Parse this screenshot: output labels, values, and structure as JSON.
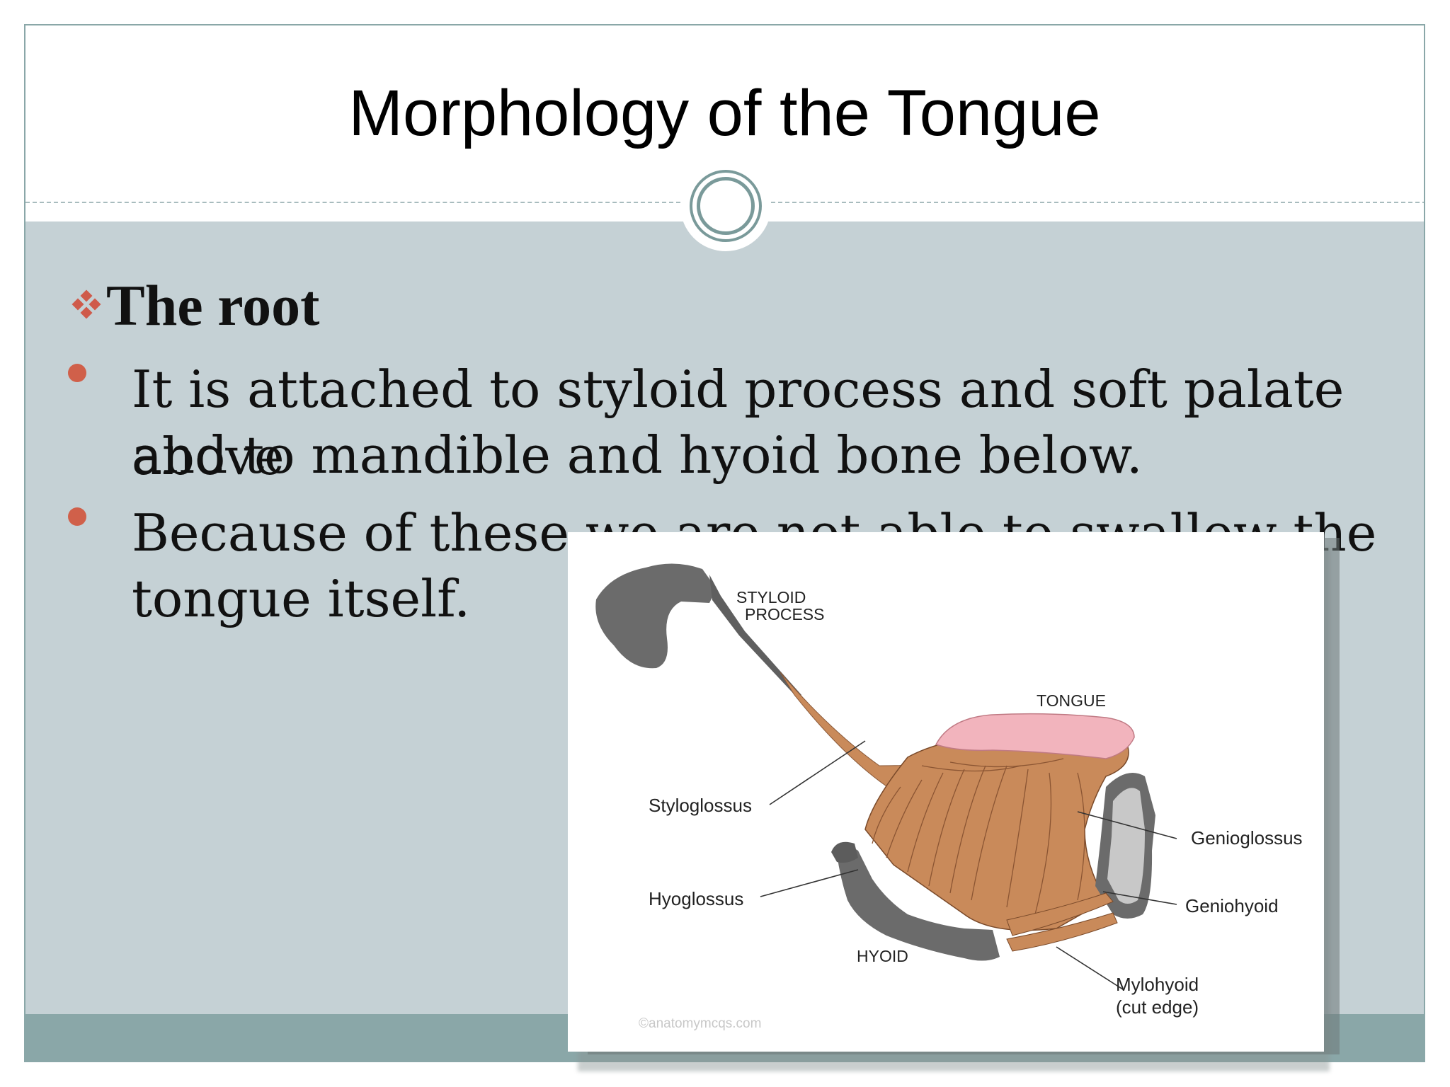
{
  "slide": {
    "title": "Morphology of the Tongue",
    "heading": "The root",
    "bullets": [
      {
        "lines": [
          "It is attached to styloid process and soft palate above",
          "and to mandible and hyoid bone below."
        ]
      },
      {
        "lines": [
          "Because of these we are not able to swallow the",
          "tongue itself."
        ]
      }
    ]
  },
  "figure": {
    "labels": {
      "styloid_line1": "STYLOID",
      "styloid_line2": "PROCESS",
      "tongue": "TONGUE",
      "styloglossus": "Styloglossus",
      "hyoglossus": "Hyoglossus",
      "genioglossus": "Genioglossus",
      "geniohyoid": "Geniohyoid",
      "hyoid": "HYOID",
      "mylohyoid_line1": "Mylohyoid",
      "mylohyoid_line2": "(cut edge)"
    },
    "watermark": "©anatomymcqs.com"
  },
  "colors": {
    "title_bg": "#ffffff",
    "body_bg": "#c5d1d5",
    "footer_band": "#8aa7a8",
    "bullet_accent": "#d0604a",
    "muscle": "#c98a5a",
    "bone": "#6b6b6b",
    "tongue_surface": "#f2b4bd"
  },
  "icons": {
    "heading_bullet": "four-diamond-bullet-icon",
    "list_bullet": "dot-bullet-icon",
    "title_ornament": "double-ring-circle-icon"
  }
}
